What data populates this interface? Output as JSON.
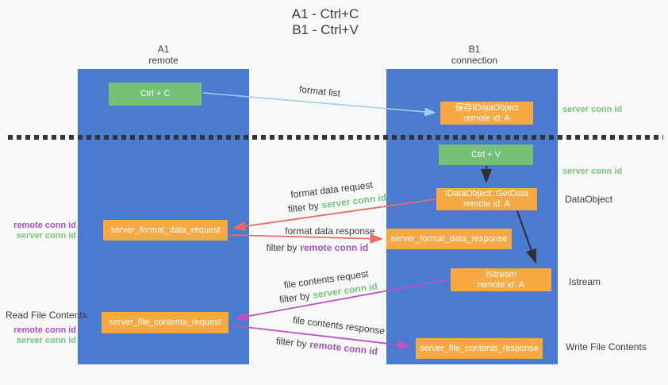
{
  "title": {
    "line1": "A1 - Ctrl+C",
    "line2": "B1 - Ctrl+V"
  },
  "columns": {
    "a": {
      "name": "A1",
      "subtitle": "remote"
    },
    "b": {
      "name": "B1",
      "subtitle": "connection"
    }
  },
  "nodes": {
    "ctrl_c": {
      "label": "Ctrl + C"
    },
    "ctrl_v": {
      "label": "Ctrl + V"
    },
    "save_idataobject": {
      "line1": "保存IDataObject",
      "line2": "remote id: A"
    },
    "idataobject_getdata": {
      "line1": "IDataObject::GetData",
      "line2": "remote id: A"
    },
    "istream": {
      "line1": "IStream",
      "line2": "remote id: A"
    },
    "server_format_data_request": {
      "label": "server_format_data_request"
    },
    "server_format_data_response": {
      "label": "server_format_data_response"
    },
    "server_file_contents_request": {
      "label": "server_file_contents_request"
    },
    "server_file_contents_response": {
      "label": "server_file_contents_response"
    }
  },
  "arrow_labels": {
    "format_list": "format list",
    "format_data_request": "format data request",
    "format_data_response": "format data response",
    "file_contents_request": "file contents request",
    "file_contents_response": "file contents response",
    "filter_by": "filter by",
    "server_conn_id": "server conn id",
    "remote_conn_id": "remote conn id"
  },
  "annotations": {
    "server_conn_id": "server conn id",
    "remote_conn_id": "remote conn id",
    "data_object": "DataObject",
    "istream": "Istream",
    "read_file_contents": "Read File Contents",
    "write_file_contents": "Write File Contents"
  },
  "colors": {
    "background": "#f8f8f8",
    "lifeline_blue": "#4a7bd0",
    "node_green": "#74c178",
    "node_orange": "#f9a943",
    "server_conn_id_green": "#76c57e",
    "remote_conn_id_purple": "#a551c8",
    "arrow_light_blue": "#9fcfee",
    "arrow_red": "#e86c62",
    "arrow_magenta": "#bd52c2",
    "arrow_black": "#303030",
    "divider_black": "#333333"
  }
}
